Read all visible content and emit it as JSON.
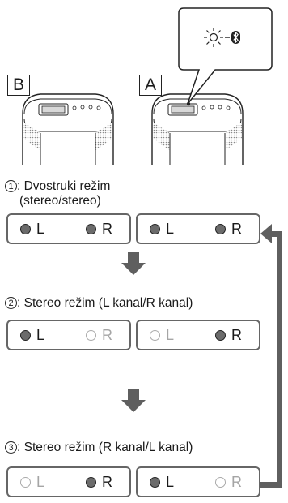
{
  "speakers": {
    "left_tag": "B",
    "right_tag": "A",
    "indicator_icon": "bluetooth-icon"
  },
  "modes": [
    {
      "num": "1",
      "title_line1": ": Dvostruki režim",
      "title_line2": "(stereo/stereo)",
      "panels": [
        {
          "left_label": "L",
          "left_lit": true,
          "right_label": "R",
          "right_lit": true
        },
        {
          "left_label": "L",
          "left_lit": true,
          "right_label": "R",
          "right_lit": true
        }
      ]
    },
    {
      "num": "2",
      "title_line1": ": Stereo režim (L kanal/R kanal)",
      "panels": [
        {
          "left_label": "L",
          "left_lit": true,
          "right_label": "R",
          "right_lit": false
        },
        {
          "left_label": "L",
          "left_lit": false,
          "right_label": "R",
          "right_lit": true
        }
      ]
    },
    {
      "num": "3",
      "title_line1": ": Stereo režim (R kanal/L kanal)",
      "panels": [
        {
          "left_label": "L",
          "left_lit": false,
          "right_label": "R",
          "right_lit": true
        },
        {
          "left_label": "L",
          "left_lit": true,
          "right_label": "R",
          "right_lit": false
        }
      ]
    }
  ],
  "colors": {
    "arrow": "#5f5f5f",
    "panel_border": "#666666",
    "lit_dot": "#6b6b6b",
    "dim": "#a5a5a5"
  }
}
